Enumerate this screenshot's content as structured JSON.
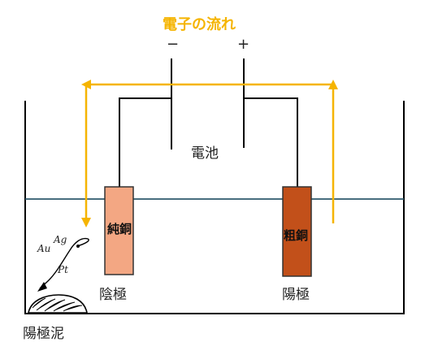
{
  "title": "電子の流れ",
  "battery": {
    "minus_sign": "−",
    "plus_sign": "+",
    "label": "電池"
  },
  "electrodes": {
    "pure_copper": {
      "label": "純銅",
      "role": "陰極",
      "color": "#F3A783"
    },
    "crude_copper": {
      "label": "粗銅",
      "role": "陽極",
      "color": "#C2501A"
    }
  },
  "anode_mud": {
    "label": "陽極泥",
    "metals": [
      "Au",
      "Ag",
      "Pt"
    ]
  },
  "colors": {
    "electron_flow": "#F5B400",
    "electrolyte_surface": "#2E5A6B",
    "wire": "#000000"
  }
}
